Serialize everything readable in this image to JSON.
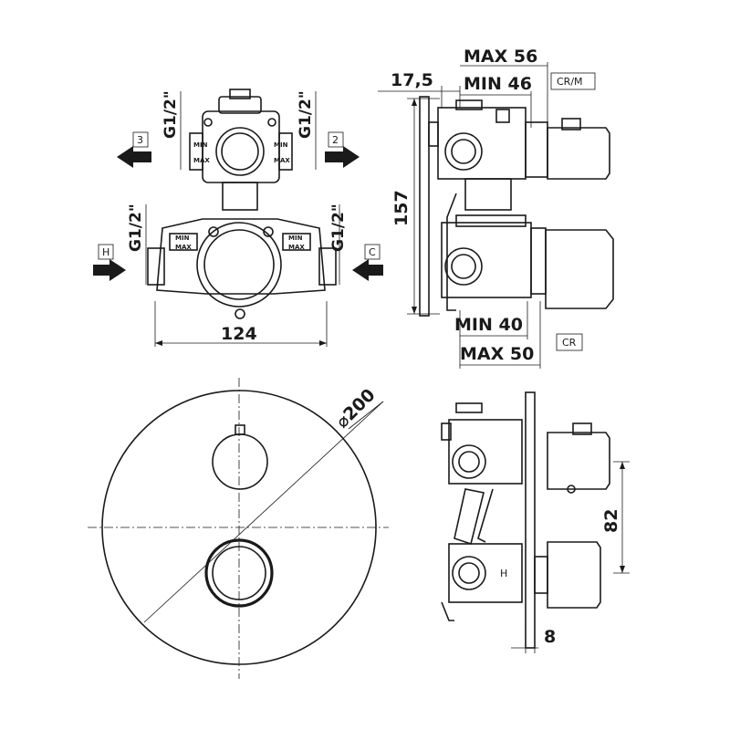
{
  "labels": {
    "thread_top_left": "G1/2\"",
    "thread_top_right": "G1/2\"",
    "thread_bottom_left": "G1/2\"",
    "thread_bottom_right": "G1/2\"",
    "port_3": "3",
    "port_2": "2",
    "port_h": "H",
    "port_c": "C",
    "min_small": "MIN",
    "max_small": "MAX",
    "width_124": "124",
    "height_157": "157",
    "depth_17_5": "17,5",
    "max_56": "MAX 56",
    "min_46": "MIN 46",
    "min_40": "MIN 40",
    "max_50": "MAX 50",
    "cr_m": "CR/M",
    "cr": "CR",
    "diameter_200": "⌀200",
    "distance_82": "82",
    "thickness_8": "8",
    "h_mark": "H"
  }
}
